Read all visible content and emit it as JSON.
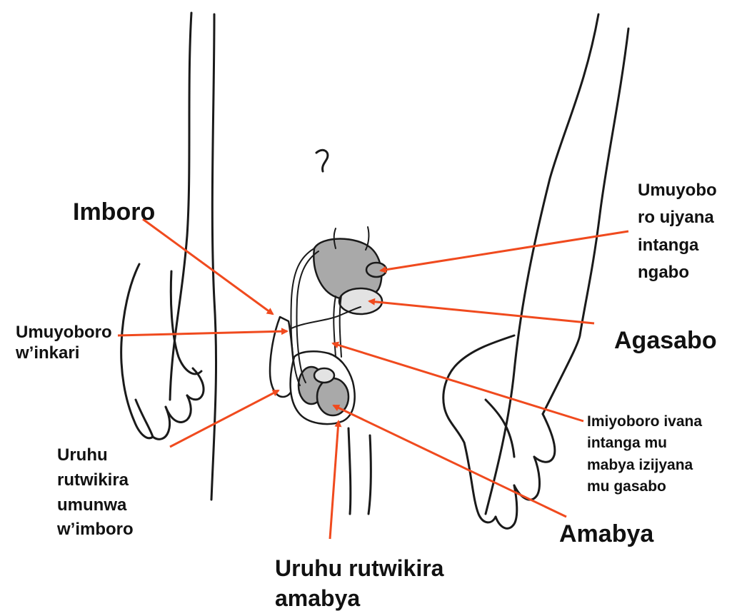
{
  "labels": {
    "imboro": "Imboro",
    "urethra": [
      "Umuyoboro",
      "w’inkari"
    ],
    "foreskin": [
      "Uruhu",
      "rutwikira",
      "umunwa",
      "w’imboro"
    ],
    "scrotum": [
      "Uruhu rutwikira",
      "amabya"
    ],
    "testes": "Amabya",
    "vas": [
      "Imiyoboro ivana",
      "intanga mu",
      "mabya izijyana",
      "mu gasabo"
    ],
    "prostate": "Agasabo",
    "seminal": [
      "Umuyobo",
      "ro ujyana",
      "intanga",
      "ngabo"
    ]
  },
  "colors": {
    "pointer": "#f04a1e",
    "outline": "#1a1a1a",
    "organ_dark": "#a9a9a9",
    "organ_light": "#e3e3e3"
  }
}
